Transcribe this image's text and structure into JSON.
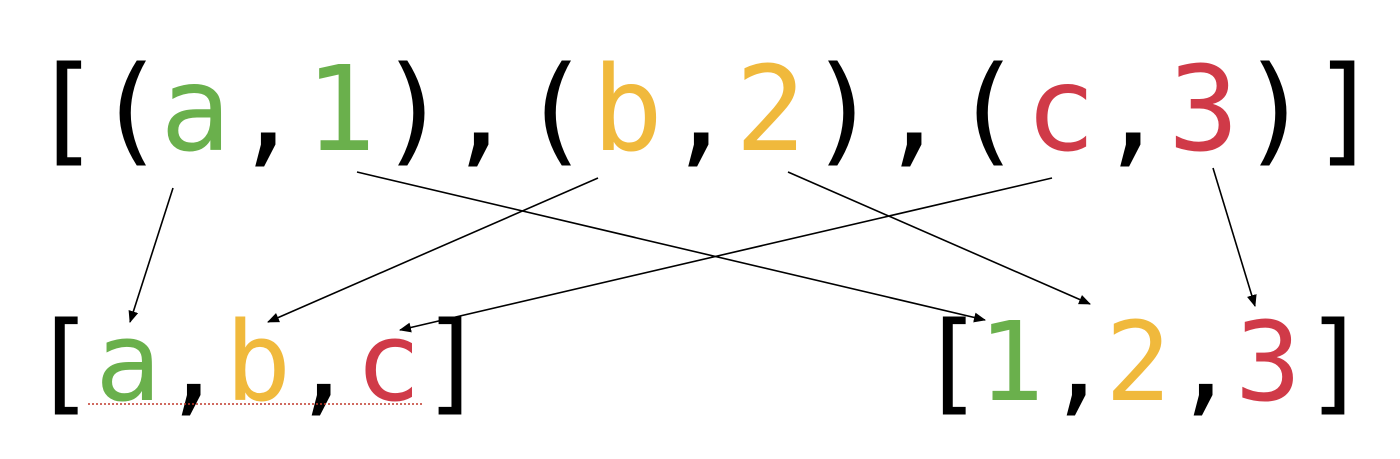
{
  "colors": {
    "ink": "#000000",
    "green": "#6ab04c",
    "yellow": "#f0b93c",
    "red": "#d03a48"
  },
  "source": {
    "open_bracket": "[",
    "close_bracket": "]",
    "pairs": [
      {
        "open": "(",
        "key": "a",
        "sep": ",",
        "value": "1",
        "close": ")"
      },
      {
        "open": "(",
        "key": "b",
        "sep": ",",
        "value": "2",
        "close": ")"
      },
      {
        "open": "(",
        "key": "c",
        "sep": ",",
        "value": "3",
        "close": ")"
      }
    ],
    "pair_separator": ","
  },
  "keys_list": {
    "open_bracket": "[",
    "items": [
      "a",
      "b",
      "c"
    ],
    "separator": ",",
    "close_bracket": "]"
  },
  "values_list": {
    "open_bracket": "[",
    "items": [
      "1",
      "2",
      "3"
    ],
    "separator": ",",
    "close_bracket": "]"
  }
}
